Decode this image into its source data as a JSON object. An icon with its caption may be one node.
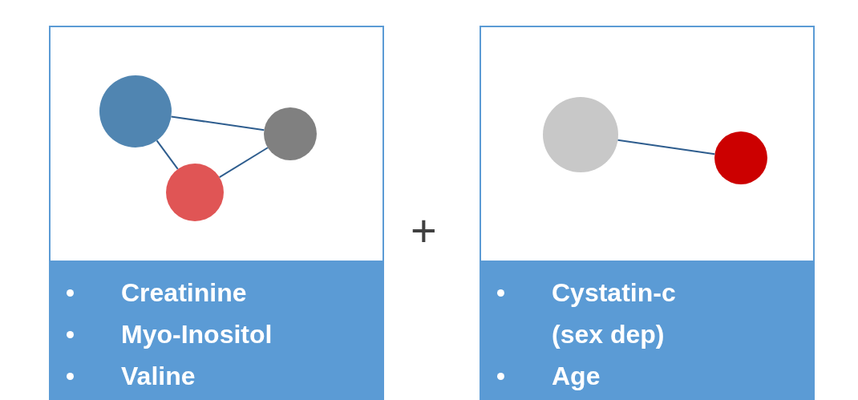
{
  "diagram": {
    "nodes": [
      {
        "text": [
          "Creatinine",
          "Myo-Inositol",
          "Valine"
        ]
      },
      {
        "text": [],
        "shape": "circle",
        "in": 0
      },
      {
        "text": [],
        "shape": "circle",
        "in": 0
      },
      {
        "text": [],
        "shape": "circle",
        "in": 0
      },
      {
        "text": [
          "Cystatin-c (sex dep)",
          "Age"
        ]
      },
      {
        "text": [],
        "shape": "circle",
        "in": 4
      },
      {
        "text": [],
        "shape": "circle",
        "in": 4
      }
    ],
    "edges": [
      {
        "from": 1,
        "to": 2,
        "arrow": "none"
      },
      {
        "from": 1,
        "to": 3,
        "arrow": "none"
      },
      {
        "from": 3,
        "to": 2,
        "arrow": "none"
      },
      {
        "from": 5,
        "to": 6,
        "arrow": "none"
      }
    ],
    "labels": [
      "+"
    ]
  }
}
